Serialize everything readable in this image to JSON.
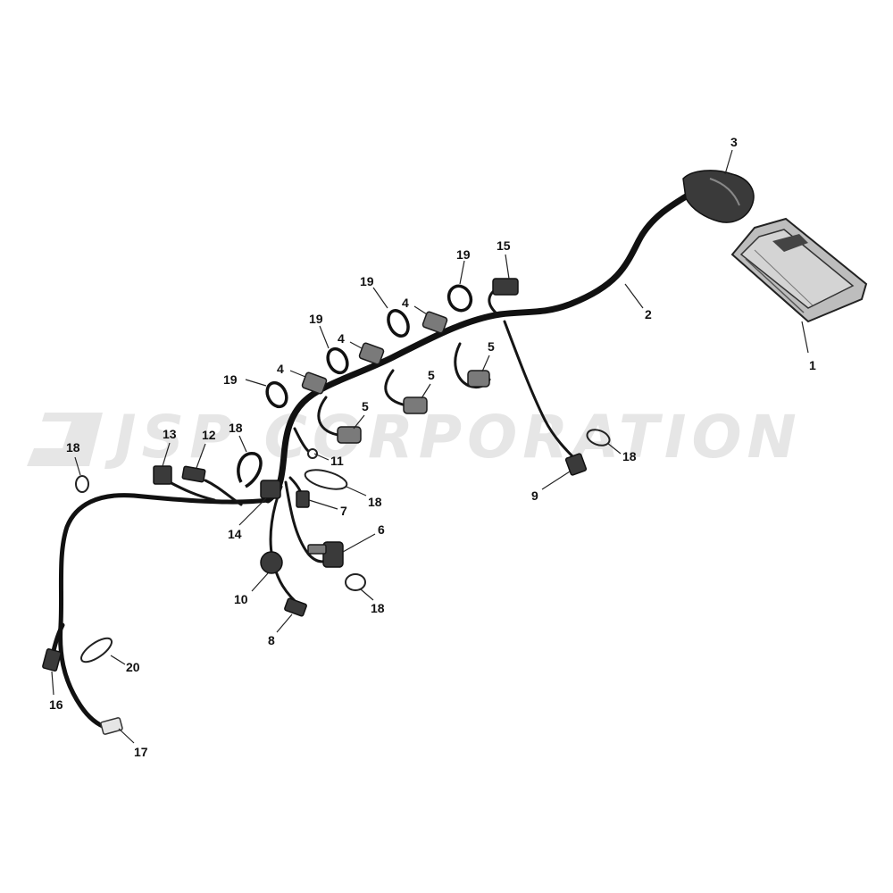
{
  "watermark": {
    "text": "JSP CORPORATION"
  },
  "callouts": [
    {
      "id": "c1",
      "label": "1"
    },
    {
      "id": "c2",
      "label": "2"
    },
    {
      "id": "c3",
      "label": "3"
    },
    {
      "id": "c4a",
      "label": "4"
    },
    {
      "id": "c4b",
      "label": "4"
    },
    {
      "id": "c4c",
      "label": "4"
    },
    {
      "id": "c5a",
      "label": "5"
    },
    {
      "id": "c5b",
      "label": "5"
    },
    {
      "id": "c5c",
      "label": "5"
    },
    {
      "id": "c6",
      "label": "6"
    },
    {
      "id": "c7",
      "label": "7"
    },
    {
      "id": "c8",
      "label": "8"
    },
    {
      "id": "c9",
      "label": "9"
    },
    {
      "id": "c10",
      "label": "10"
    },
    {
      "id": "c11",
      "label": "11"
    },
    {
      "id": "c12",
      "label": "12"
    },
    {
      "id": "c13",
      "label": "13"
    },
    {
      "id": "c14",
      "label": "14"
    },
    {
      "id": "c15",
      "label": "15"
    },
    {
      "id": "c16",
      "label": "16"
    },
    {
      "id": "c17",
      "label": "17"
    },
    {
      "id": "c18a",
      "label": "18"
    },
    {
      "id": "c18b",
      "label": "18"
    },
    {
      "id": "c18c",
      "label": "18"
    },
    {
      "id": "c18d",
      "label": "18"
    },
    {
      "id": "c18e",
      "label": "18"
    },
    {
      "id": "c19a",
      "label": "19"
    },
    {
      "id": "c19b",
      "label": "19"
    },
    {
      "id": "c19c",
      "label": "19"
    },
    {
      "id": "c19d",
      "label": "19"
    },
    {
      "id": "c20",
      "label": "20"
    }
  ]
}
